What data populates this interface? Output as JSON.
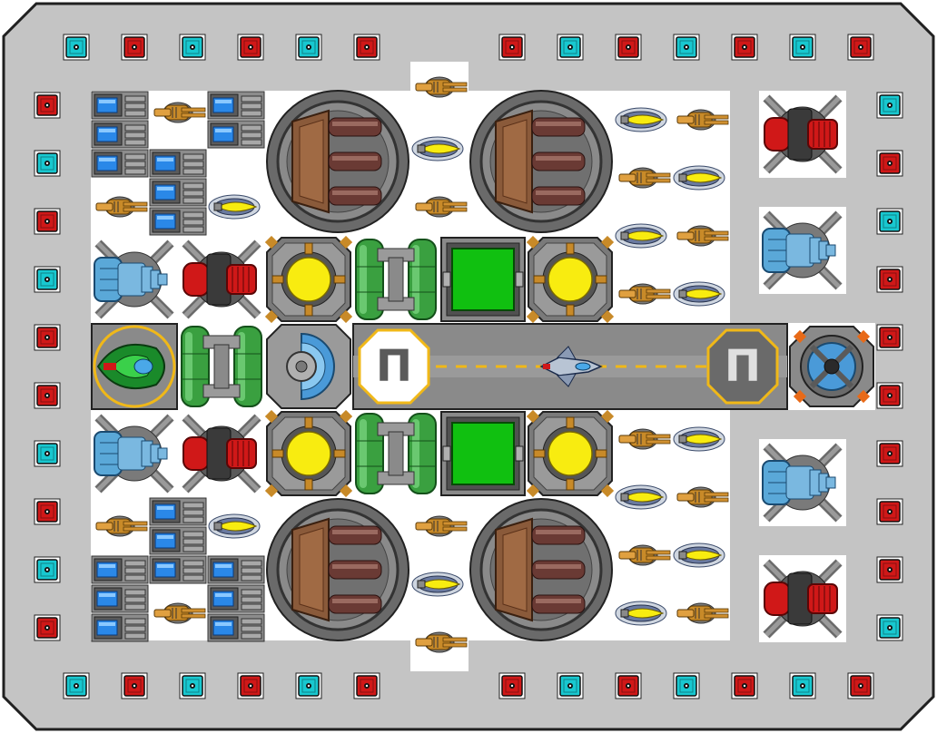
{
  "ship": {
    "name": "",
    "hull_color": "#c4c4c4",
    "hull_border": "#202020",
    "deck_color": "#ffffff"
  },
  "colors": {
    "red_block": "#d01818",
    "cyan_block": "#18c8d0",
    "brass": "#c88a28",
    "yellow_core": "#f8ec10",
    "green_pad": "#10c010",
    "green_tank": "#3aa040",
    "blue_coil": "#5aa8d8",
    "runway": "#8a8a8a",
    "runway_stripe": "#f0b818"
  },
  "runway": {
    "left_marker_label": "Π",
    "right_marker_label": "Π"
  },
  "module_types": [
    "armor-block-red",
    "armor-block-cyan",
    "cannon-turret",
    "missile-launcher",
    "battery-cell",
    "heavy-turret-large",
    "reactor-core",
    "fuel-tank",
    "shield-generator",
    "hangar-runway",
    "fighter-craft",
    "coil-turret",
    "flak-turret-red",
    "command-pod",
    "engine-thruster",
    "dome-sensor"
  ]
}
